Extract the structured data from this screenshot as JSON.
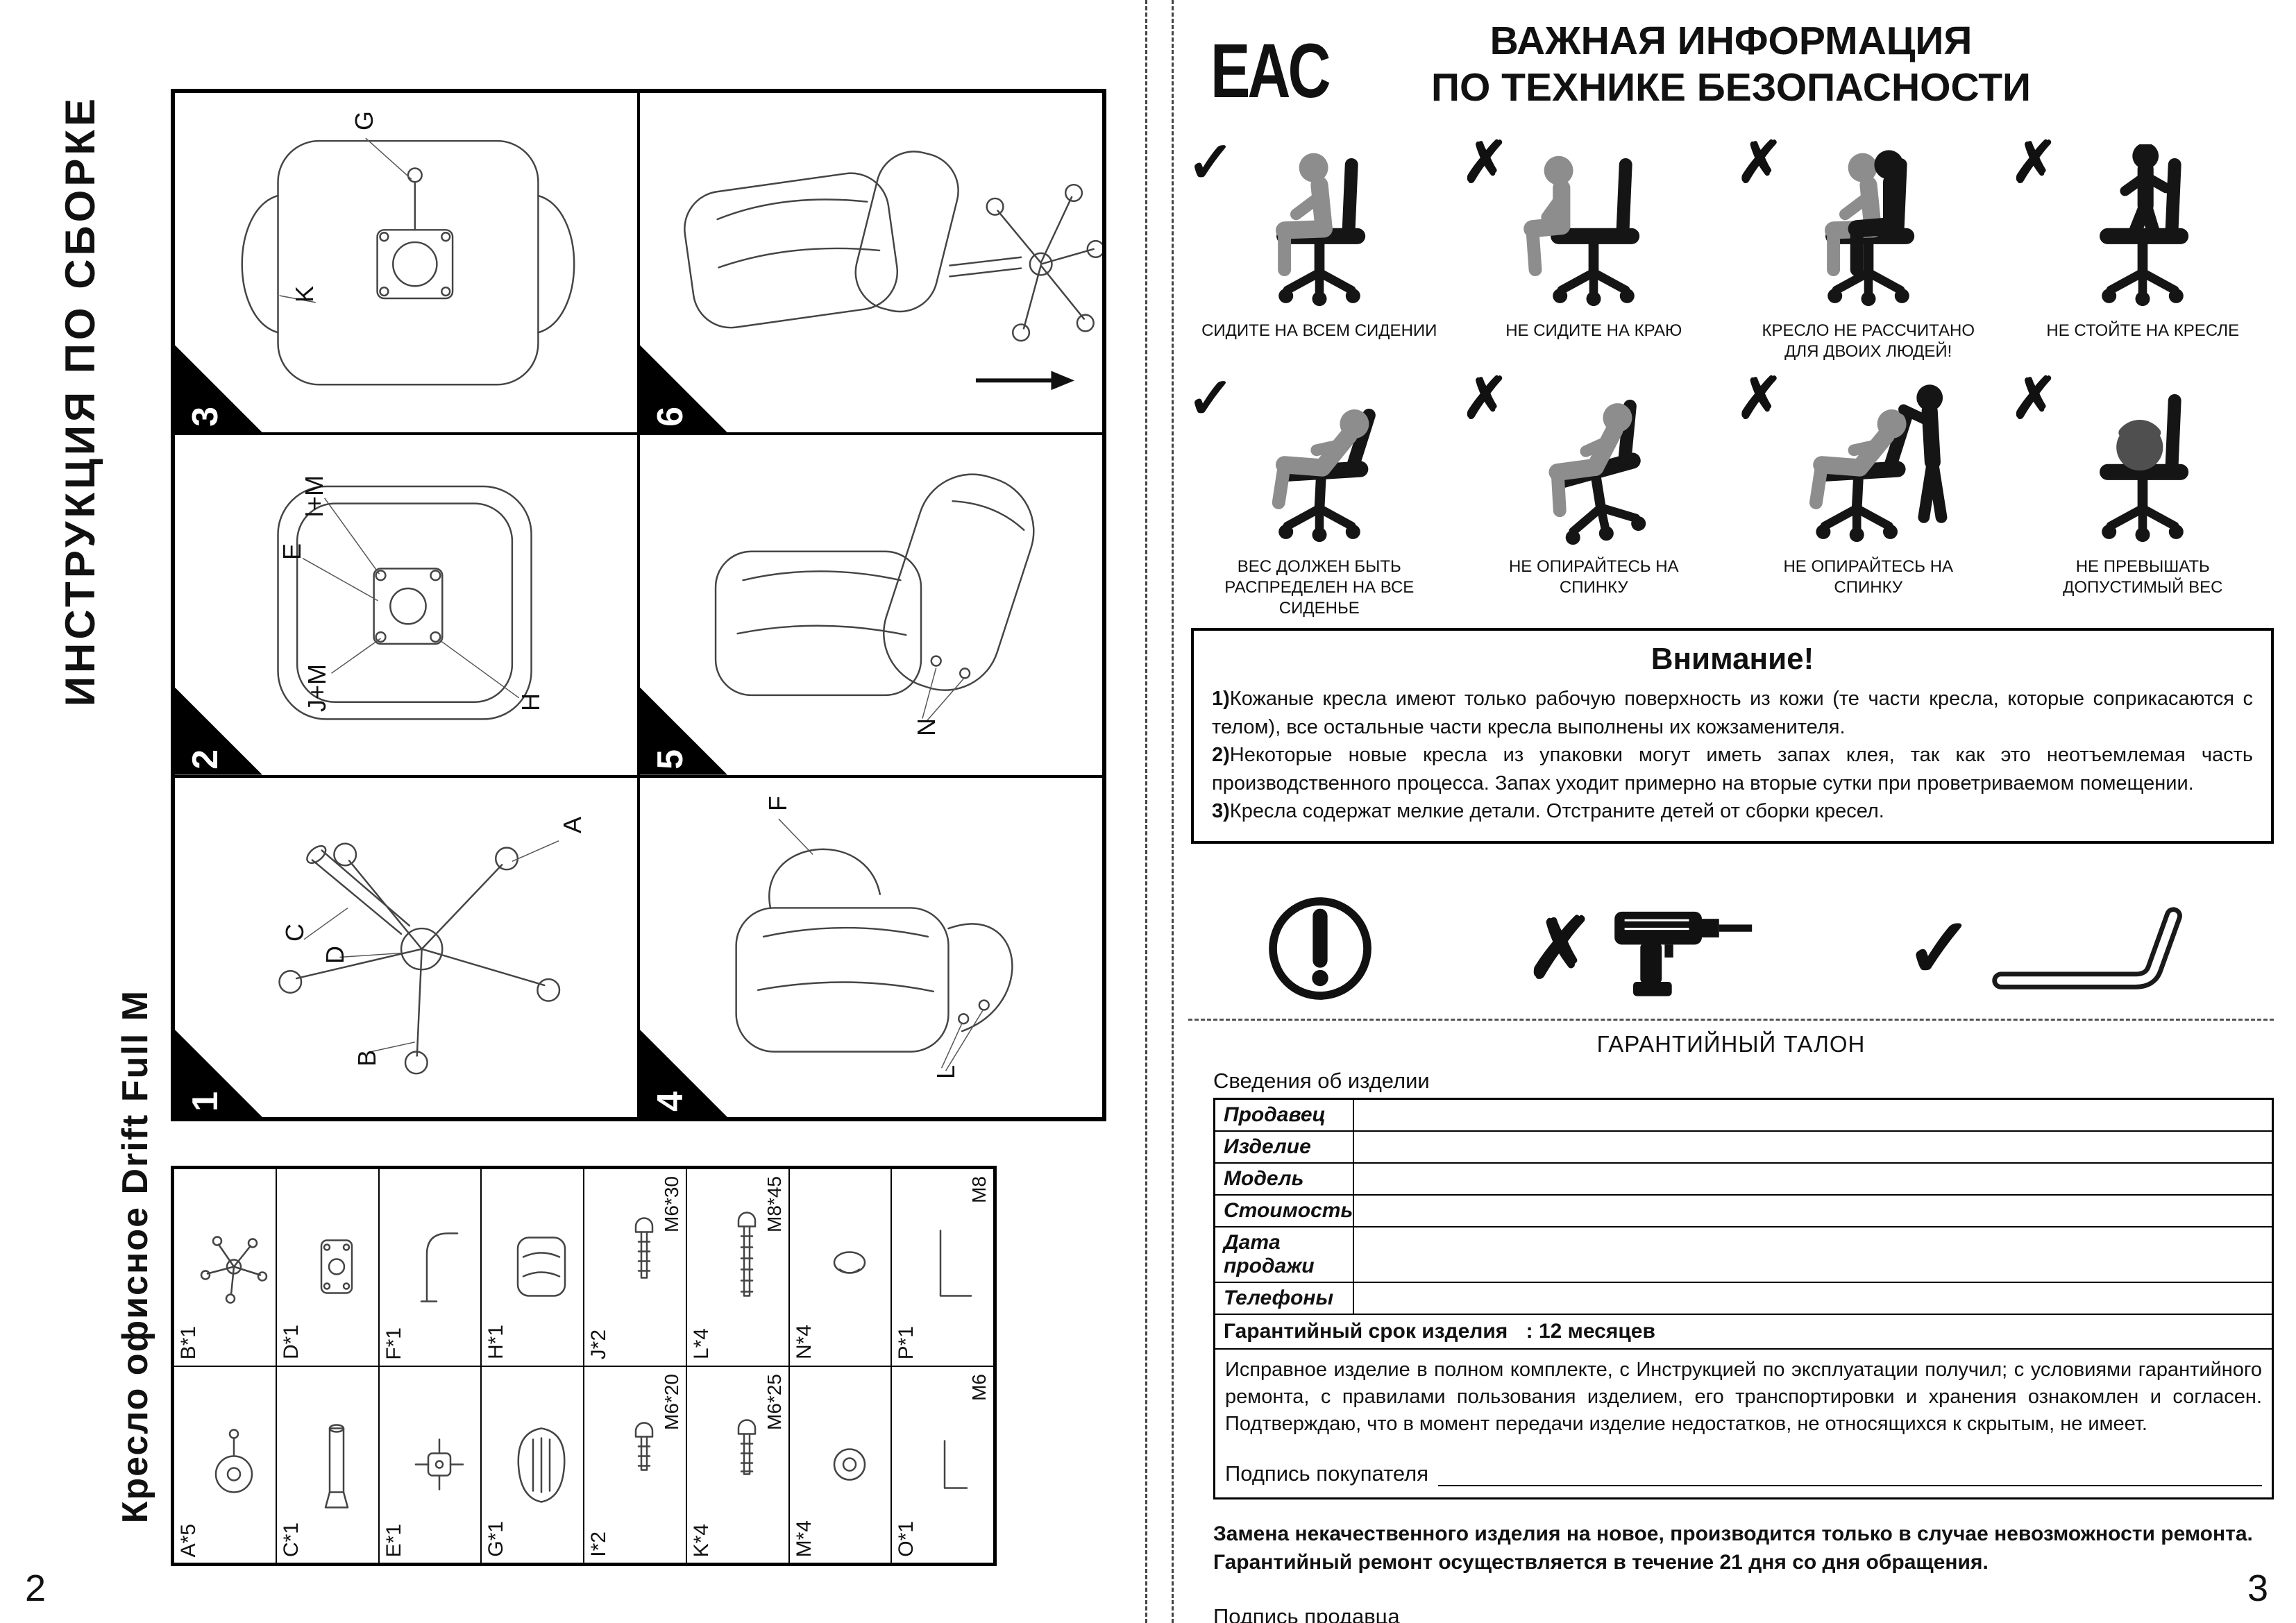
{
  "left": {
    "page_number": "2",
    "side_title": "ИНСТРУКЦИЯ ПО СБОРКЕ",
    "product_title": "Кресло офисное Drift Full M",
    "steps": [
      {
        "num": "1",
        "labels": [
          "A",
          "B",
          "C",
          "D"
        ]
      },
      {
        "num": "2",
        "labels": [
          "E",
          "I+M",
          "J+M",
          "H"
        ]
      },
      {
        "num": "3",
        "labels": [
          "G",
          "K"
        ]
      },
      {
        "num": "4",
        "labels": [
          "F",
          "L"
        ]
      },
      {
        "num": "5",
        "labels": [
          "N"
        ]
      },
      {
        "num": "6",
        "labels": []
      }
    ],
    "parts": [
      {
        "label": "B*1",
        "size": "",
        "icon": "star-base-icon"
      },
      {
        "label": "D*1",
        "size": "",
        "icon": "mechanism-plate-icon"
      },
      {
        "label": "F*1",
        "size": "",
        "icon": "armrest-icon"
      },
      {
        "label": "H*1",
        "size": "",
        "icon": "seat-cushion-icon"
      },
      {
        "label": "J*2",
        "size": "M6*30",
        "icon": "screw-icon"
      },
      {
        "label": "L*4",
        "size": "M8*45",
        "icon": "screw-icon"
      },
      {
        "label": "N*4",
        "size": "",
        "icon": "cap-icon"
      },
      {
        "label": "P*1",
        "size": "M8",
        "icon": "hex-key-icon"
      },
      {
        "label": "A*5",
        "size": "",
        "icon": "caster-icon"
      },
      {
        "label": "C*1",
        "size": "",
        "icon": "gas-lift-icon"
      },
      {
        "label": "E*1",
        "size": "",
        "icon": "bracket-icon"
      },
      {
        "label": "G*1",
        "size": "",
        "icon": "backrest-icon"
      },
      {
        "label": "I*2",
        "size": "M6*20",
        "icon": "screw-icon"
      },
      {
        "label": "K*4",
        "size": "M6*25",
        "icon": "screw-icon"
      },
      {
        "label": "M*4",
        "size": "",
        "icon": "washer-icon"
      },
      {
        "label": "O*1",
        "size": "M6",
        "icon": "hex-key-icon"
      }
    ]
  },
  "right": {
    "page_number": "3",
    "eac_logo": "EAC",
    "title_line1": "ВАЖНАЯ ИНФОРМАЦИЯ",
    "title_line2": "ПО ТЕХНИКЕ БЕЗОПАСНОСТИ",
    "safety": [
      {
        "mark": "✓",
        "caption": "СИДИТЕ НА ВСЕМ СИДЕНИИ"
      },
      {
        "mark": "✗",
        "caption": "НЕ СИДИТЕ НА КРАЮ"
      },
      {
        "mark": "✗",
        "caption": "КРЕСЛО НЕ РАССЧИТАНО ДЛЯ ДВОИХ ЛЮДЕЙ!"
      },
      {
        "mark": "✗",
        "caption": "НЕ СТОЙТЕ НА КРЕСЛЕ"
      },
      {
        "mark": "✓",
        "caption": "ВЕС ДОЛЖЕН БЫТЬ РАСПРЕДЕЛЕН НА ВСЕ СИДЕНЬЕ"
      },
      {
        "mark": "✗",
        "caption": "НЕ ОПИРАЙТЕСЬ НА СПИНКУ"
      },
      {
        "mark": "✗",
        "caption": "НЕ ОПИРАЙТЕСЬ НА СПИНКУ"
      },
      {
        "mark": "✗",
        "caption": "НЕ ПРЕВЫШАТЬ ДОПУСТИМЫЙ ВЕС"
      }
    ],
    "attention": {
      "title": "Внимание!",
      "items": [
        {
          "n": "1)",
          "text": "Кожаные кресла имеют только рабочую поверхность из кожи (те части кресла, которые соприкасаются с телом), все остальные части кресла выполнены их кожзаменителя."
        },
        {
          "n": "2)",
          "text": "Некоторые новые кресла из упаковки могут иметь запах клея, так как это неотъемлемая часть производственного процесса. Запах уходит примерно на вторые сутки при проветриваемом помещении."
        },
        {
          "n": "3)",
          "text": "Кресла содержат мелкие детали. Отстраните детей от сборки кресел."
        }
      ]
    },
    "tools": {
      "cross": "✗",
      "check": "✓",
      "icons": {
        "warning": "exclamation-circle-icon",
        "forbidden": "drill-icon",
        "allowed": "hex-key-icon"
      }
    },
    "warranty": {
      "title": "ГАРАНТИЙНЫЙ ТАЛОН",
      "info_label": "Сведения об изделии",
      "rows": [
        "Продавец",
        "Изделие",
        "Модель",
        "Стоимость",
        "Дата продажи",
        "Телефоны"
      ],
      "term_label": "Гарантийный срок изделия",
      "term_value": ": 12 месяцев",
      "agreement": "Исправное изделие в полном комплекте, с Инструкцией по эксплуатации получил; с условиями гарантийного ремонта, с правилами пользования изделием, его транспортировки и хранения ознакомлен и согласен. Подтверждаю, что в момент передачи изделие недостатков, не относящихся к скрытым, не имеет.",
      "buyer_sign_label": "Подпись покупателя",
      "replace_note_1": "Замена некачественного изделия на новое, производится только в случае невозможности ремонта.",
      "replace_note_2": "Гарантийный ремонт осуществляется в течение 21 дня со дня обращения.",
      "seller_sign_label": "Подпись продавца"
    }
  }
}
